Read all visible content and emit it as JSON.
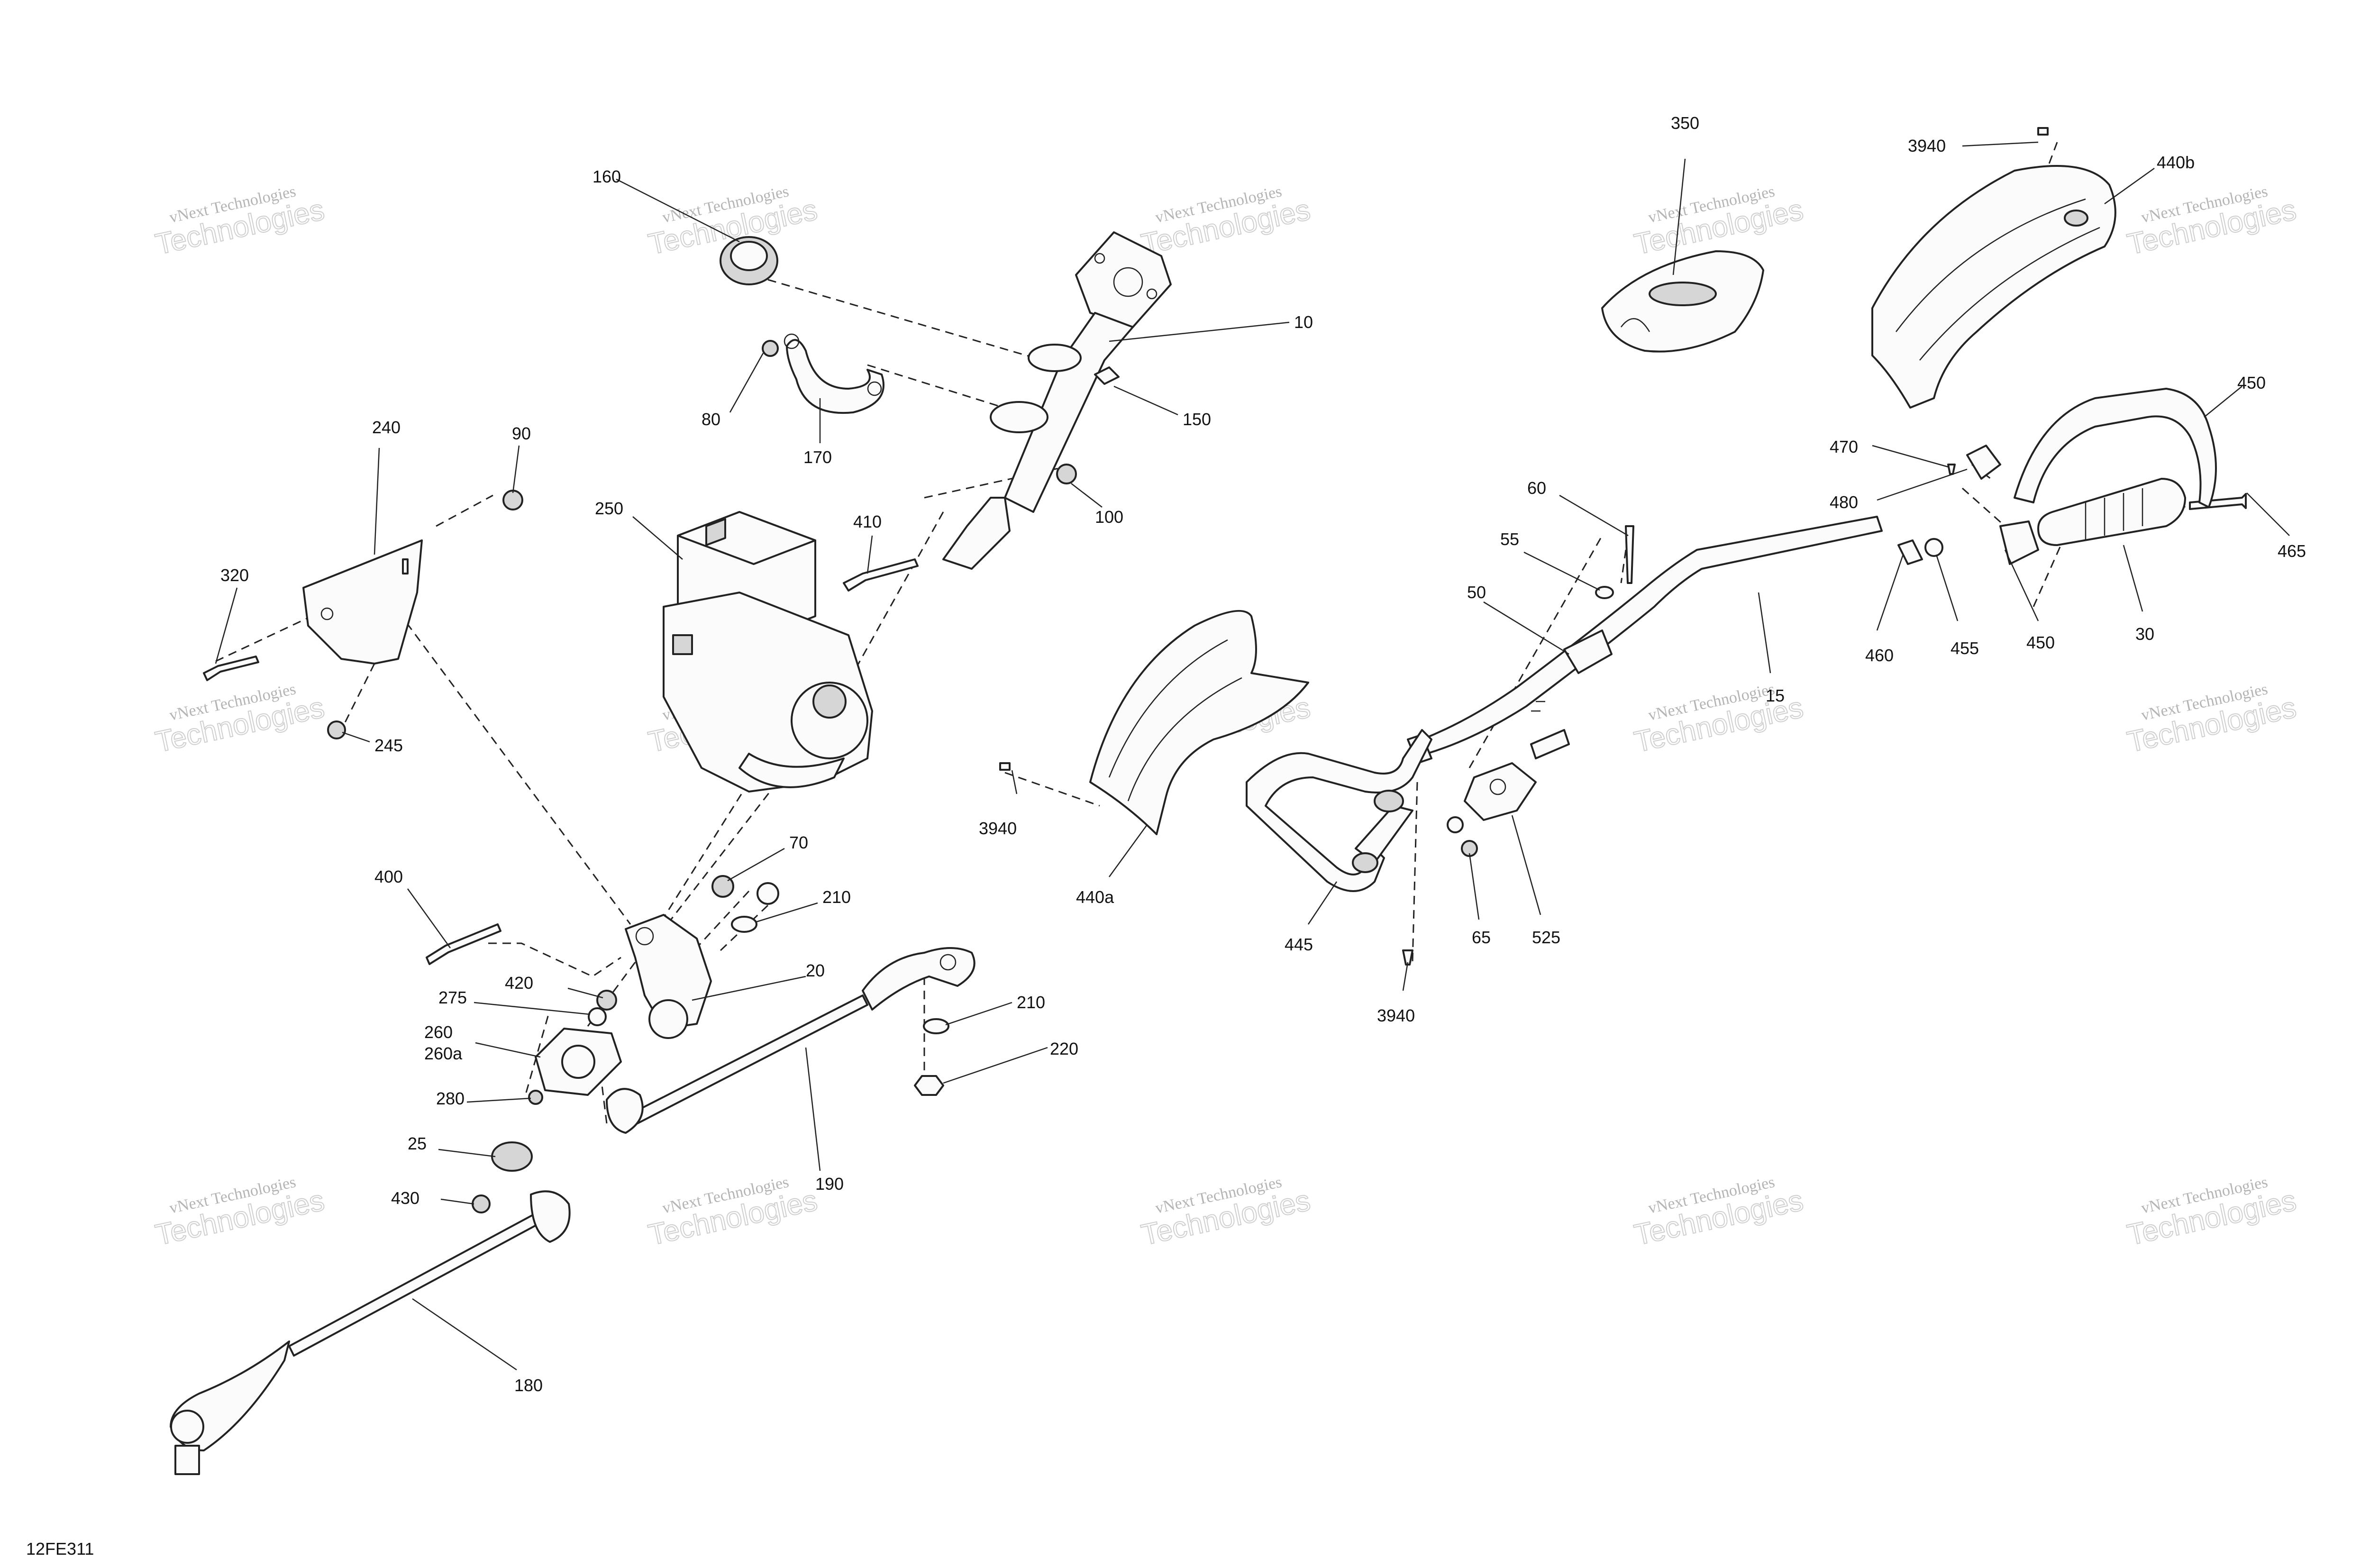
{
  "diagram_code": "12FE311",
  "watermark": {
    "line1": "vNext Technologies",
    "line2": "Technologies"
  },
  "callouts": {
    "c10": "10",
    "c15": "15",
    "c20": "20",
    "c25": "25",
    "c30": "30",
    "c50": "50",
    "c55": "55",
    "c60": "60",
    "c65": "65",
    "c70": "70",
    "c80": "80",
    "c90": "90",
    "c100": "100",
    "c150": "150",
    "c160": "160",
    "c170": "170",
    "c180": "180",
    "c190": "190",
    "c210a": "210",
    "c210b": "210",
    "c220": "220",
    "c240": "240",
    "c245": "245",
    "c250": "250",
    "c260": "260",
    "c260a": "260a",
    "c275": "275",
    "c280": "280",
    "c320": "320",
    "c350": "350",
    "c400": "400",
    "c410": "410",
    "c420": "420",
    "c430": "430",
    "c440a": "440a",
    "c440b": "440b",
    "c445": "445",
    "c450a": "450",
    "c450b": "450",
    "c455": "455",
    "c460": "460",
    "c465": "465",
    "c470": "470",
    "c480": "480",
    "c525": "525",
    "c3940a": "3940",
    "c3940b": "3940",
    "c3940c": "3940"
  }
}
